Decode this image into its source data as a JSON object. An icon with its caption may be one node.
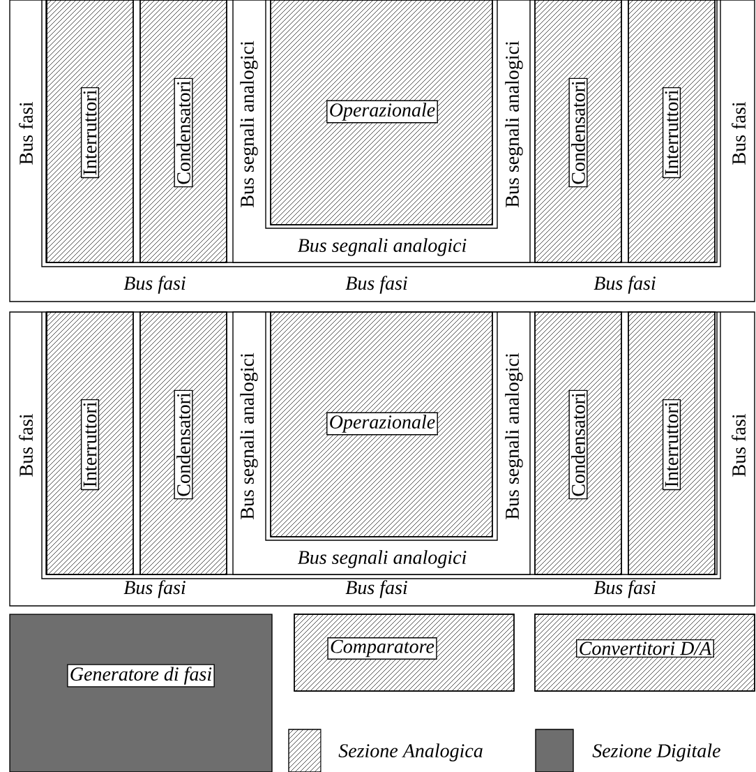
{
  "diagram": {
    "nodes": [
      {
        "text": [
          "Bus fasi",
          "Bus fasi",
          "Bus fasi",
          "Bus fasi",
          "Bus fasi"
        ]
      },
      {
        "text": [
          "Interruttori"
        ],
        "in": 0
      },
      {
        "text": [
          "Condensatori"
        ],
        "in": 0
      },
      {
        "text": [
          "Bus segnali analogici",
          "Bus segnali analogici",
          "Bus segnali analogici"
        ],
        "in": 0
      },
      {
        "text": [
          "Operazionale"
        ],
        "in": 3
      },
      {
        "text": [
          "Condensatori"
        ],
        "in": 0
      },
      {
        "text": [
          "Interruttori"
        ],
        "in": 0
      },
      {
        "text": [
          "Bus fasi",
          "Bus fasi",
          "Bus fasi",
          "Bus fasi",
          "Bus fasi"
        ]
      },
      {
        "text": [
          "Interruttori"
        ],
        "in": 7
      },
      {
        "text": [
          "Condensatori"
        ],
        "in": 7
      },
      {
        "text": [
          "Bus segnali analogici",
          "Bus segnali analogici",
          "Bus segnali analogici"
        ],
        "in": 7
      },
      {
        "text": [
          "Operazionale"
        ],
        "in": 10
      },
      {
        "text": [
          "Condensatori"
        ],
        "in": 7
      },
      {
        "text": [
          "Interruttori"
        ],
        "in": 7
      },
      {
        "text": [
          "Generatore di fasi"
        ]
      },
      {
        "text": [
          "Comparatore"
        ]
      },
      {
        "text": [
          "Convertitori D/A"
        ]
      }
    ],
    "legend": [
      {
        "text": "Sezione Analogica"
      },
      {
        "text": "Sezione Digitale",
        "color": "#6e6e6e"
      }
    ]
  }
}
